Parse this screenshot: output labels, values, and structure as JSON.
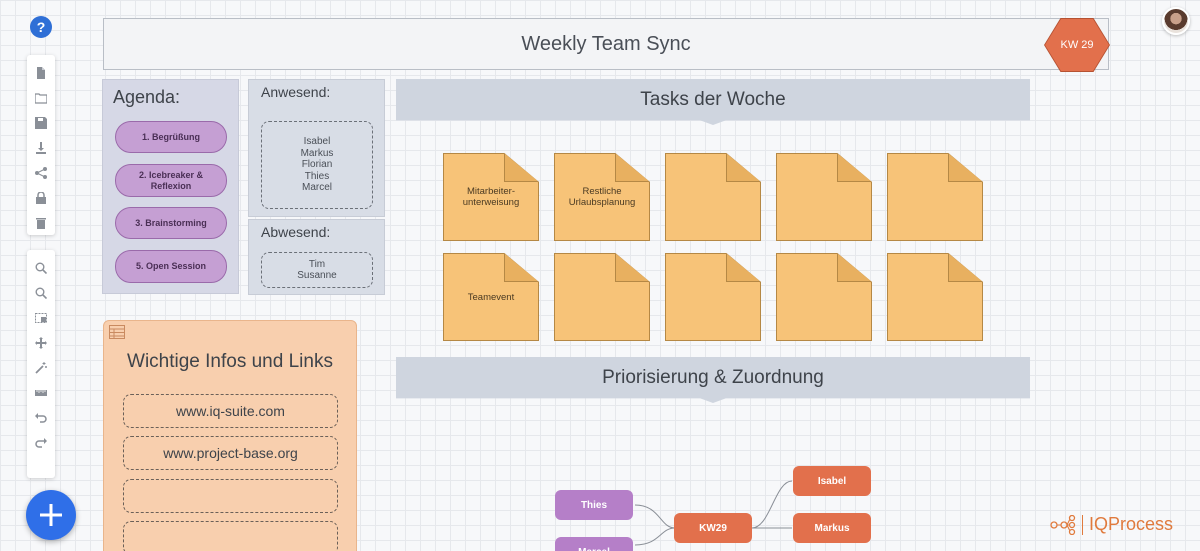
{
  "help": {
    "label": "?"
  },
  "board": {
    "title": "Weekly Team Sync",
    "week_badge": "KW 29"
  },
  "toolbar_top": [
    "new-file-icon",
    "folder-icon",
    "save-icon",
    "download-icon",
    "share-icon",
    "lock-icon",
    "trash-icon"
  ],
  "toolbar_bottom": [
    "zoom-in-icon",
    "zoom-out-icon",
    "fit-screen-icon",
    "move-icon",
    "magic-wand-icon",
    "ruler-icon",
    "undo-icon",
    "redo-icon"
  ],
  "agenda": {
    "title": "Agenda:",
    "items": [
      "1. Begrüßung",
      "2. Icebreaker & Reflexion",
      "3. Brainstorming",
      "5. Open Session"
    ]
  },
  "attendance": {
    "present_title": "Anwesend:",
    "present": [
      "Isabel",
      "Markus",
      "Florian",
      "Thies",
      "Marcel"
    ],
    "absent_title": "Abwesend:",
    "absent": [
      "Tim",
      "Susanne"
    ]
  },
  "tasks": {
    "title": "Tasks der Woche",
    "notes": [
      "Mitarbeiter-\nunterweisung",
      "Restliche\nUrlaubsplanung",
      "",
      "",
      "",
      "Teamevent",
      "",
      "",
      "",
      ""
    ]
  },
  "prio": {
    "title": "Priorisierung & Zuordnung"
  },
  "info": {
    "title": "Wichtige Infos und Links",
    "links": [
      "www.iq-suite.com",
      "www.project-base.org",
      "",
      ""
    ]
  },
  "mindmap": {
    "center": "KW29",
    "left": [
      "Thies",
      "Marcel"
    ],
    "right": [
      "Isabel",
      "Markus"
    ]
  },
  "brand": {
    "name": "IQProcess"
  },
  "colors": {
    "accent_blue": "#2f6fe8",
    "note_orange": "#f7c378",
    "node_orange": "#e2704c",
    "node_purple": "#b57fc8",
    "agenda_purple": "#c59fd3"
  }
}
